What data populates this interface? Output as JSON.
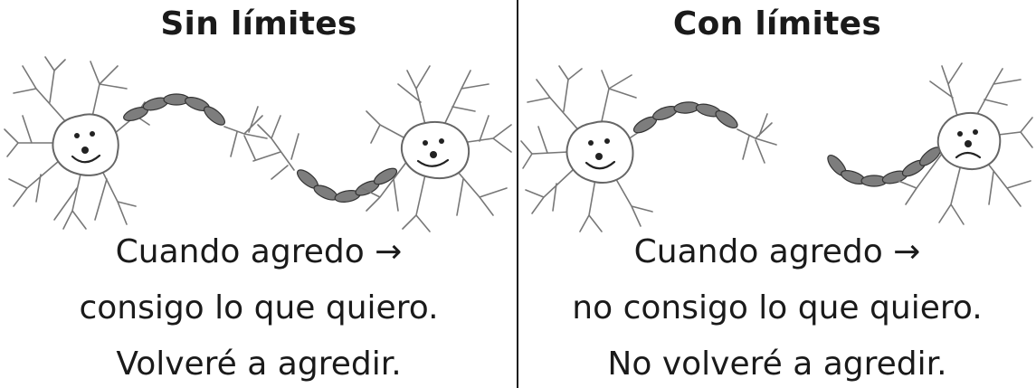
{
  "left_panel": {
    "title": "Sin límites",
    "line1": "Cuando agredo →",
    "line2": "consigo lo que quiero.",
    "line3": "Volveré a agredir."
  },
  "right_panel": {
    "title": "Con límites",
    "line1": "Cuando agredo →",
    "line2": "no consigo lo que quiero.",
    "line3": "No volveré a agredir."
  },
  "colors": {
    "text": "#1a1a1a",
    "myelin": "#7d7d7d",
    "dendrite": "#777777"
  }
}
